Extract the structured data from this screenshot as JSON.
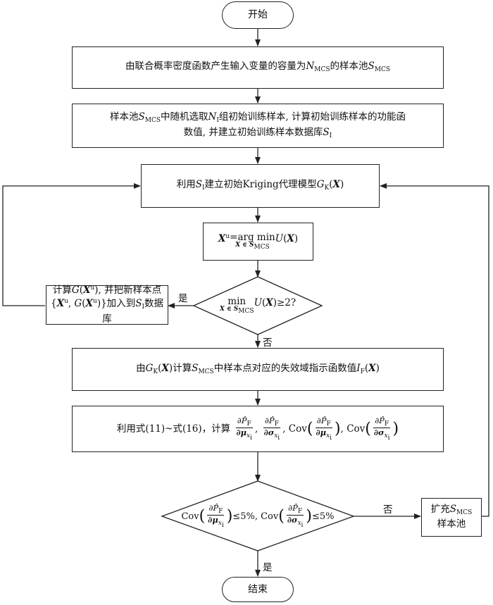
{
  "start": "开始",
  "end": "结束",
  "step1": {
    "pre": "由联合概率密度函数产生输入变量的容量为",
    "n": "N",
    "n_sub": "MCS",
    "mid": "的样本池",
    "s": "S",
    "s_sub": "MCS"
  },
  "step2": {
    "line1_a": "样本池",
    "s": "S",
    "s_sub": "MCS",
    "line1_b": "中随机选取",
    "n": "N",
    "n_sub": "I",
    "line1_c": "组初始训练样本, 计算初始训练样本的功能函",
    "line2_a": "数值, 并建立初始训练样本数据库",
    "s2": "S",
    "s2_sub": "I"
  },
  "step3": {
    "a": "利用",
    "s": "S",
    "s_sub": "I",
    "b": "建立初始Kriging代理模型",
    "g": "G",
    "g_sub": "K",
    "c": "(",
    "x": "X",
    "d": ")"
  },
  "step4": {
    "x": "X",
    "x_sup": "u",
    "eq": "=arg min",
    "u": "U",
    "arg_open": "(",
    "arg_x": "X",
    "arg_close": ")",
    "under": "X ∈ S",
    "under_sub": "MCS"
  },
  "decision1": {
    "min": "min",
    "u": "U",
    "open": "(",
    "x": "X",
    "close": ")",
    "cond": "≥2?",
    "under": "X ∈ S",
    "under_sub": "MCS"
  },
  "update": {
    "line1_a": "计算",
    "g": "G",
    "l1_open": "(",
    "x": "X",
    "x_sup": "u",
    "l1_close": "), 并把新样本点",
    "line2_a": "{",
    "x2": "X",
    "x2_sup": "u",
    "comma": ", ",
    "g2": "G",
    "l2_open": "(",
    "x3": "X",
    "x3_sup": "u",
    "l2_close": ")}加入到",
    "s": "S",
    "s_sub": "I",
    "line2_b": "数据库"
  },
  "yes1": "是",
  "no1": "否",
  "step5": {
    "a": "由",
    "g": "G",
    "g_sub": "K",
    "open": "(",
    "x": "X",
    "close": ")",
    "b": "计算",
    "s": "S",
    "s_sub": "MCS",
    "c": "中样本点对应的失效域指示函数值",
    "i": "I",
    "i_sub": "F",
    "d_open": "(",
    "x2": "X",
    "d_close": ")"
  },
  "step6": {
    "a": "利用式(11)~式(16)，计算",
    "num": "∂P̂",
    "num_sub": "F",
    "den_mu": "∂μ",
    "den_sigma": "∂σ",
    "den_sub": "x",
    "den_sub2": "i",
    "sep": ",",
    "cov": "Cov"
  },
  "decision2": {
    "cov": "Cov",
    "num": "∂P̂",
    "num_sub": "F",
    "den_mu": "∂μ",
    "den_sigma": "∂σ",
    "den_sub": "x",
    "den_sub2": "i",
    "le1": "≤5%,",
    "le2": "≤5%"
  },
  "no2": "否",
  "yes2": "是",
  "expand": {
    "a": "扩充",
    "s": "S",
    "s_sub": "MCS",
    "line2": "样本池"
  }
}
